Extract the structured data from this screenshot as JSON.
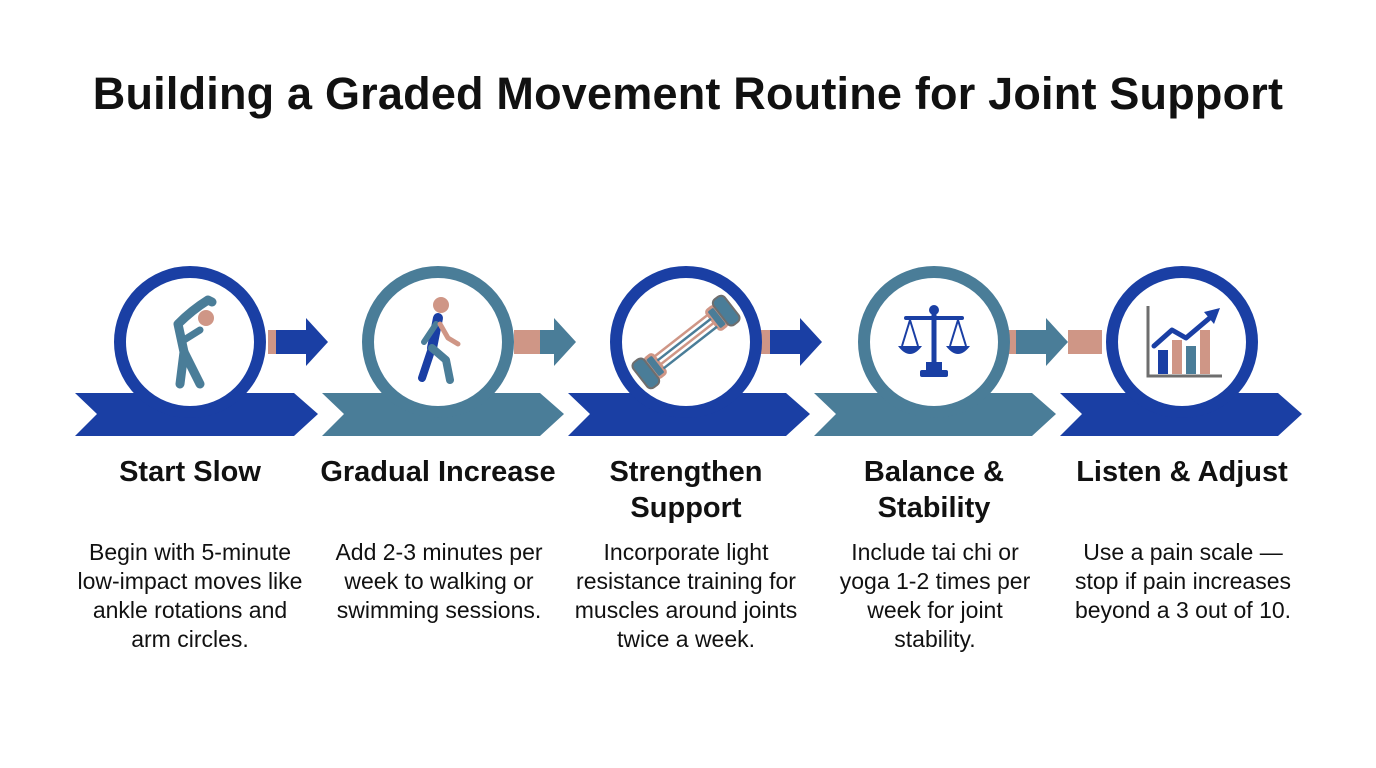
{
  "title": "Building a Graded Movement Routine for Joint Support",
  "colors": {
    "navy": "#1a3fa4",
    "teal": "#4a7d98",
    "salmon": "#cf9686",
    "icon_gray": "#6e6e6e",
    "text": "#111111"
  },
  "steps": [
    {
      "title": "Start Slow",
      "description": "Begin with 5-minute low-impact moves like ankle rotations and arm circles.",
      "icon": "stretching-person-icon",
      "color": "navy"
    },
    {
      "title": "Gradual Increase",
      "description": "Add 2-3 minutes per week to walking or swimming sessions.",
      "icon": "walking-person-icon",
      "color": "teal"
    },
    {
      "title": "Strengthen Support",
      "description": "Incorporate light resistance training for muscles around joints twice a week.",
      "icon": "resistance-band-icon",
      "color": "navy"
    },
    {
      "title": "Balance & Stability",
      "description": "Include tai chi or yoga 1-2 times per week for joint stability.",
      "icon": "balance-scale-icon",
      "color": "teal"
    },
    {
      "title": "Listen & Adjust",
      "description": "Use a pain scale — stop if pain increases beyond a 3 out of 10.",
      "icon": "rising-chart-icon",
      "color": "navy"
    }
  ]
}
